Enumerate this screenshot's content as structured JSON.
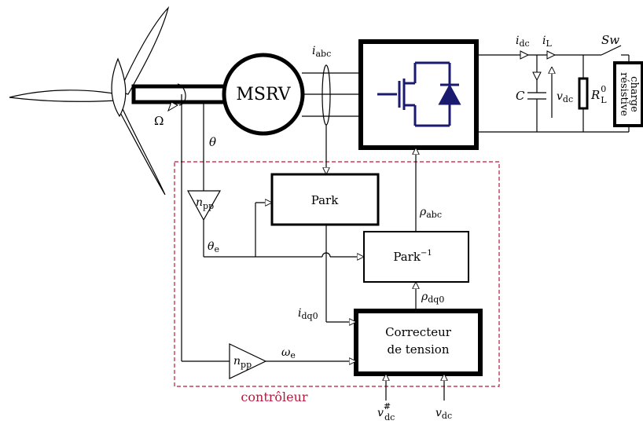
{
  "motor": {
    "label": "MSRV"
  },
  "blocks": {
    "park": "Park",
    "park_inv": "Park",
    "park_inv_sup": "−1",
    "correcteur_line1": "Correcteur",
    "correcteur_line2": "de tension"
  },
  "gains": {
    "npp_top": {
      "base": "n",
      "sub": "pp"
    },
    "npp_bottom": {
      "base": "n",
      "sub": "pp"
    }
  },
  "signals": {
    "i_abc": {
      "base": "i",
      "sub": "abc"
    },
    "i_dc": {
      "base": "i",
      "sub": "dc"
    },
    "i_L": {
      "base": "i",
      "sub": "L"
    },
    "Sw": "Sw",
    "C": "C",
    "v_dc_top": {
      "base": "v",
      "sub": "dc"
    },
    "R_L": {
      "base": "R",
      "sup": "0",
      "sub": "L"
    },
    "Omega": "Ω",
    "theta": "θ",
    "theta_e": {
      "base": "θ",
      "sub": "e"
    },
    "rho_abc": {
      "base": "ρ",
      "sub": "abc"
    },
    "rho_dq0": {
      "base": "ρ",
      "sub": "dq0"
    },
    "i_dq0": {
      "base": "i",
      "sub": "dq0"
    },
    "omega_e": {
      "base": "ω",
      "sub": "e"
    },
    "v_dc_ref": {
      "base": "v",
      "sup": "#",
      "sub": "dc"
    },
    "v_dc_bottom": {
      "base": "v",
      "sub": "dc"
    }
  },
  "load": {
    "line1": "charge",
    "line2": "résistive"
  },
  "controller": {
    "label": "contrôleur"
  },
  "colors": {
    "controller_border": "#c0143c",
    "controller_label": "#c0143c",
    "transistor": "#1a1a6e"
  }
}
